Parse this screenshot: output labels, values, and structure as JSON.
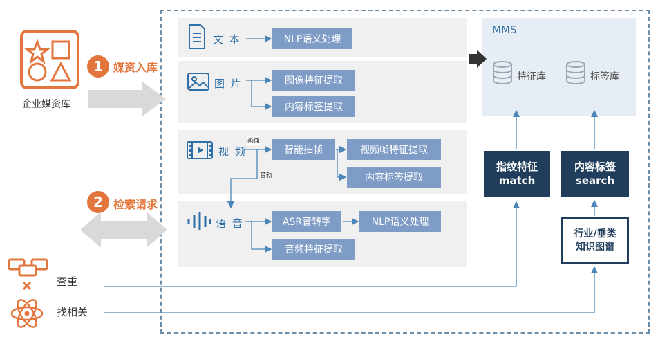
{
  "steps": [
    {
      "number": "1",
      "title": "媒资入库"
    },
    {
      "number": "2",
      "title": "检索请求"
    }
  ],
  "source": {
    "label": "企业媒资库"
  },
  "media": {
    "text": {
      "label": "文 本",
      "processes": [
        "NLP语义处理"
      ]
    },
    "image": {
      "label": "图 片",
      "processes": [
        "图像特征提取",
        "内容标签提取"
      ]
    },
    "video": {
      "label": "视 频",
      "processes": [
        "智能抽帧",
        "视频帧特征提取",
        "内容标签提取"
      ],
      "frame_label": "画面",
      "audio_label": "音轨"
    },
    "voice": {
      "label": "语 音",
      "processes": [
        "ASR音转字",
        "NLP语义处理",
        "音频特征提取"
      ]
    }
  },
  "mms": {
    "title": "MMS",
    "databases": [
      "特征库",
      "标签库"
    ]
  },
  "search_boxes": {
    "fingerprint": {
      "line1": "指纹特征",
      "line2": "match"
    },
    "content_tag": {
      "line1": "内容标签",
      "line2": "search"
    },
    "knowledge": {
      "line1": "行业/垂类",
      "line2": "知识图谱"
    }
  },
  "requests": {
    "dedupe": "查重",
    "related": "找相关"
  },
  "colors": {
    "accent": "#e3763c",
    "blue_box": "#7f9cc6",
    "dark_box": "#203e5c",
    "line": "#4a86b8"
  }
}
